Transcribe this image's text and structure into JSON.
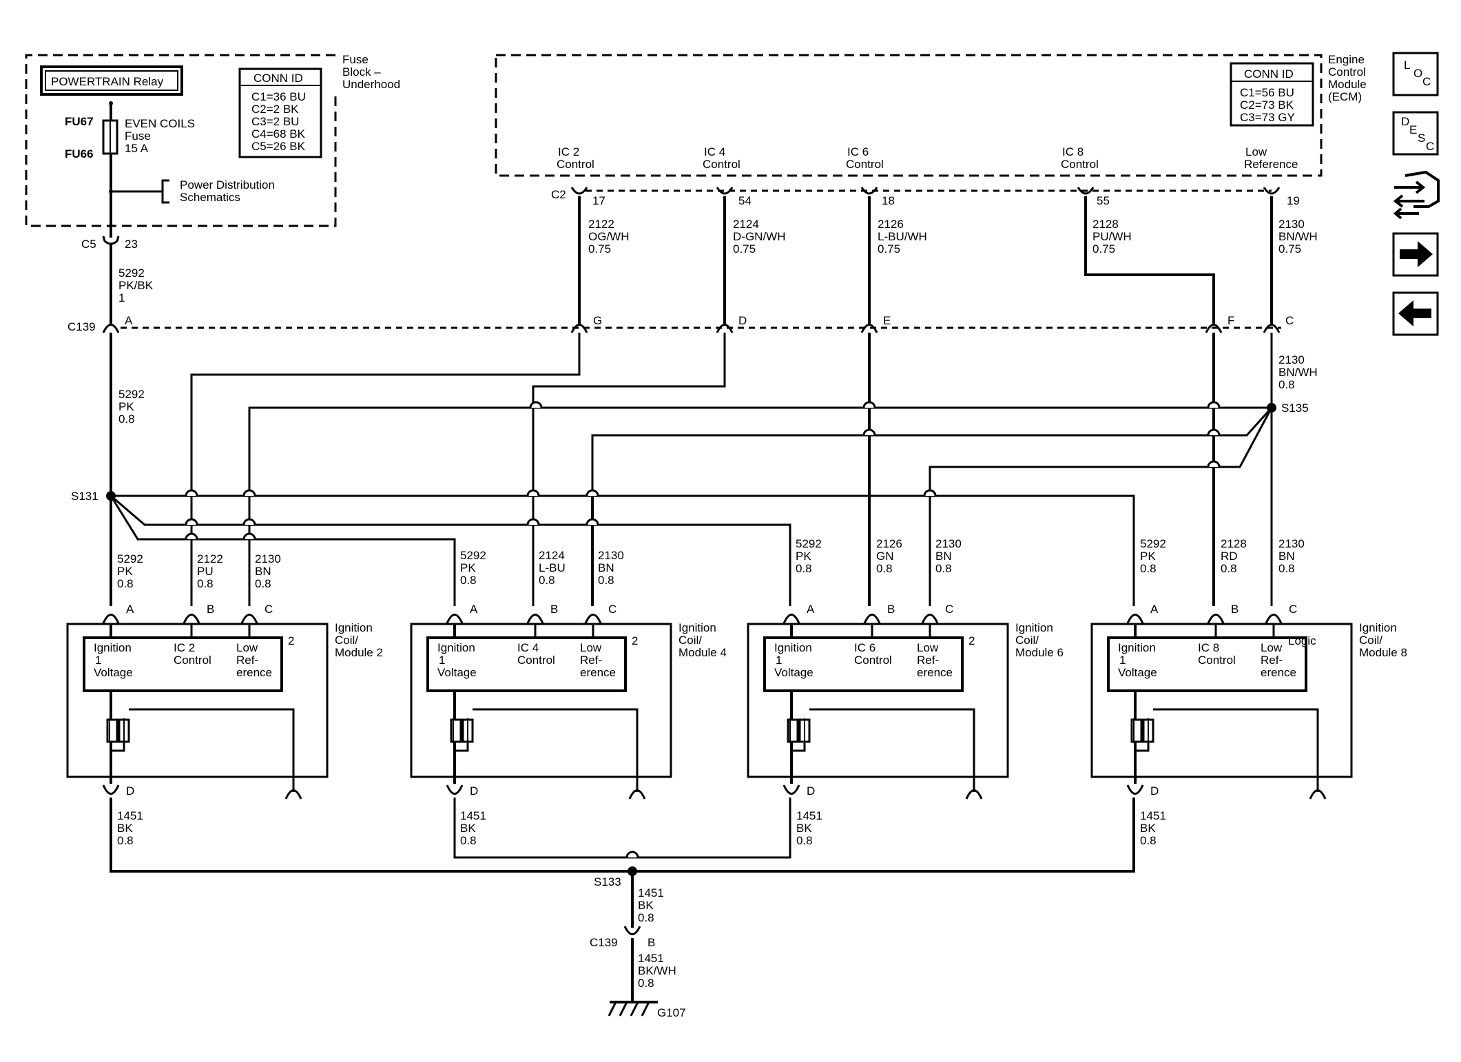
{
  "fuse_block": {
    "title": [
      "Fuse",
      "Block –",
      "Underhood"
    ],
    "relay": "POWERTRAIN Relay",
    "fu67": "FU67",
    "fu66": "FU66",
    "fuse_label": [
      "EVEN COILS",
      "Fuse",
      "15 A"
    ],
    "pds": [
      "Power Distribution",
      "Schematics"
    ],
    "conn_title": "CONN ID",
    "conn": [
      "C1=36 BU",
      "C2=2 BK",
      "C3=2 BU",
      "C4=68 BK",
      "C5=26 BK"
    ]
  },
  "ecm": {
    "title": [
      "Engine",
      "Control",
      "Module",
      "(ECM)"
    ],
    "conn_title": "CONN ID",
    "conn": [
      "C1=56 BU",
      "C2=73 BK",
      "C3=73 GY"
    ],
    "pins": [
      {
        "label": [
          "IC 2",
          "Control"
        ],
        "num": "17"
      },
      {
        "label": [
          "IC 4",
          "Control"
        ],
        "num": "54"
      },
      {
        "label": [
          "IC 6",
          "Control"
        ],
        "num": "18"
      },
      {
        "label": [
          "IC 8",
          "Control"
        ],
        "num": "55"
      },
      {
        "label": [
          "Low",
          "Reference"
        ],
        "num": "19"
      }
    ],
    "connector": "C2"
  },
  "wires": {
    "upper": [
      [
        "2122",
        "OG/WH",
        "0.75"
      ],
      [
        "2124",
        "D-GN/WH",
        "0.75"
      ],
      [
        "2126",
        "L-BU/WH",
        "0.75"
      ],
      [
        "2128",
        "PU/WH",
        "0.75"
      ],
      [
        "2130",
        "BN/WH",
        "0.75"
      ]
    ],
    "feed_top": [
      "5292",
      "PK/BK",
      "1"
    ],
    "feed_mid": [
      "5292",
      "PK",
      "0.8"
    ],
    "s135_wire": [
      "2130",
      "BN/WH",
      "0.8"
    ],
    "coil_wires": [
      [
        [
          "5292",
          "PK",
          "0.8"
        ],
        [
          "2122",
          "PU",
          "0.8"
        ],
        [
          "2130",
          "BN",
          "0.8"
        ]
      ],
      [
        [
          "5292",
          "PK",
          "0.8"
        ],
        [
          "2124",
          "L-BU",
          "0.8"
        ],
        [
          "2130",
          "BN",
          "0.8"
        ]
      ],
      [
        [
          "5292",
          "PK",
          "0.8"
        ],
        [
          "2126",
          "GN",
          "0.8"
        ],
        [
          "2130",
          "BN",
          "0.8"
        ]
      ],
      [
        [
          "5292",
          "PK",
          "0.8"
        ],
        [
          "2128",
          "RD",
          "0.8"
        ],
        [
          "2130",
          "BN",
          "0.8"
        ]
      ]
    ],
    "ground": [
      "1451",
      "BK",
      "0.8"
    ],
    "ground_final": [
      "1451",
      "BK/WH",
      "0.8"
    ]
  },
  "connectors": {
    "c5": "C5",
    "c5_pin": "23",
    "c139": "C139",
    "c139_pins": [
      "A",
      "G",
      "D",
      "E",
      "F",
      "C"
    ],
    "c139_ground_pin": "B"
  },
  "splices": {
    "s131": "S131",
    "s135": "S135",
    "s133": "S133",
    "g107": "G107"
  },
  "coils": [
    {
      "title": [
        "Ignition",
        "Coil/",
        "Module 2"
      ],
      "labels": [
        [
          "Ignition",
          "1",
          "Voltage"
        ],
        [
          "IC 2",
          "Control"
        ],
        [
          "Low",
          "Ref-",
          "erence"
        ]
      ],
      "id": "2"
    },
    {
      "title": [
        "Ignition",
        "Coil/",
        "Module 4"
      ],
      "labels": [
        [
          "Ignition",
          "1",
          "Voltage"
        ],
        [
          "IC 4",
          "Control"
        ],
        [
          "Low",
          "Ref-",
          "erence"
        ]
      ],
      "id": "2"
    },
    {
      "title": [
        "Ignition",
        "Coil/",
        "Module 6"
      ],
      "labels": [
        [
          "Ignition",
          "1",
          "Voltage"
        ],
        [
          "IC 6",
          "Control"
        ],
        [
          "Low",
          "Ref-",
          "erence"
        ]
      ],
      "id": "2"
    },
    {
      "title": [
        "Ignition",
        "Coil/",
        "Module 8"
      ],
      "labels": [
        [
          "Ignition",
          "1",
          "Voltage"
        ],
        [
          "IC 8",
          "Control"
        ],
        [
          "Low",
          "Ref-",
          "erence"
        ]
      ],
      "id": "Logic"
    }
  ],
  "coil_pins": [
    "A",
    "B",
    "C",
    "D"
  ],
  "nav": {
    "loc": [
      "L",
      "O",
      "C"
    ],
    "desc": [
      "D",
      "E",
      "S",
      "C"
    ],
    "forward": "→",
    "back": "←"
  }
}
